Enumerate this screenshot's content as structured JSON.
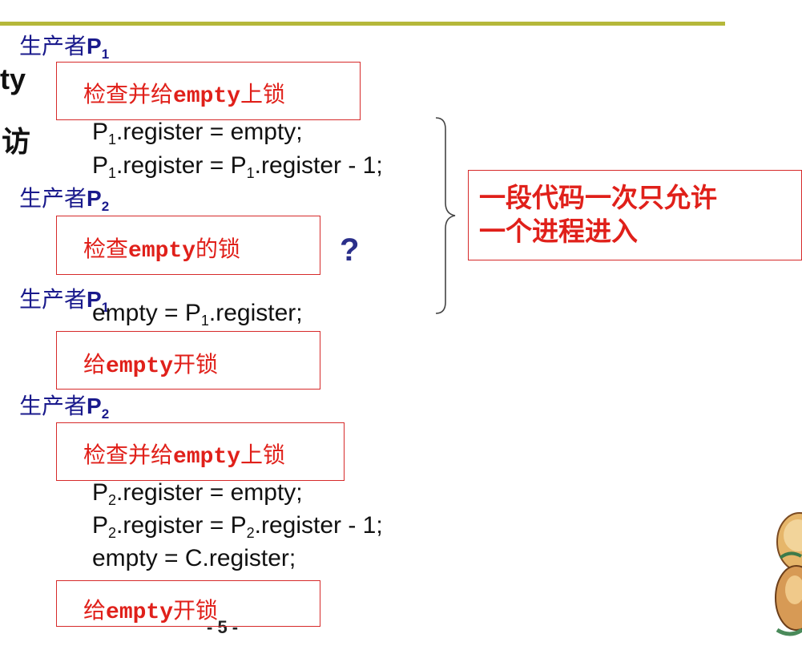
{
  "left_fragments": {
    "line1": "ty",
    "line2": "访"
  },
  "producers": [
    {
      "label": "生产者",
      "name": "P",
      "sub": "1"
    },
    {
      "label": "生产者",
      "name": "P",
      "sub": "2"
    },
    {
      "label": "生产者",
      "name": "P",
      "sub": "1"
    },
    {
      "label": "生产者",
      "name": "P",
      "sub": "2"
    }
  ],
  "boxes": [
    {
      "prefix": "检查并给",
      "mono": "empty",
      "suffix": "上锁"
    },
    {
      "prefix": "检查",
      "mono": "empty",
      "suffix": "的锁"
    },
    {
      "prefix": "给",
      "mono": "empty",
      "suffix": "开锁"
    },
    {
      "prefix": "检查并给",
      "mono": "empty",
      "suffix": "上锁"
    },
    {
      "prefix": "给",
      "mono": "empty",
      "suffix": "开锁"
    }
  ],
  "code": {
    "c1": {
      "a": "P",
      "a_sub": "1",
      "b": ".register = empty;"
    },
    "c2": {
      "a": "P",
      "a_sub": "1",
      "b": ".register = P",
      "b_sub": "1",
      "c": ".register - 1;"
    },
    "c3": {
      "a": "empty = P",
      "a_sub": "1",
      "b": ".register;"
    },
    "c4": {
      "a": "P",
      "a_sub": "2",
      "b": ".register = empty;"
    },
    "c5": {
      "a": "P",
      "a_sub": "2",
      "b": ".register = P",
      "b_sub": "2",
      "c": ".register - 1;"
    },
    "c6": {
      "a": "empty = C.register;"
    }
  },
  "question_mark": "?",
  "callout": {
    "line1": "一段代码一次只允许",
    "line2": "一个进程进入"
  },
  "page_number": "- 5 -",
  "colors": {
    "accent_bar": "#b5b83a",
    "box_border": "#d62a2a",
    "box_text": "#e0201a",
    "producer_text": "#1a1a8c"
  }
}
